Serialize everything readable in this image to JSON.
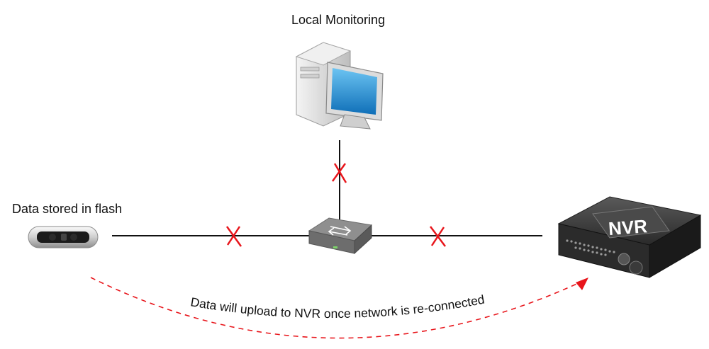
{
  "labels": {
    "local_monitoring": "Local Monitoring",
    "data_stored": "Data stored in flash",
    "upload_note": "Data will upload to NVR once network is re-connected",
    "nvr_badge": "NVR"
  },
  "colors": {
    "line": "#111111",
    "broken_mark": "#e8151b",
    "upload_arrow": "#e8151b",
    "monitor_screen": "#1a8fd6"
  },
  "icons": {
    "computer": "desktop-computer-icon",
    "switch": "network-switch-icon",
    "camera": "people-counting-camera-icon",
    "nvr": "nvr-recorder-icon",
    "broken_link": "broken-link-x-icon"
  }
}
